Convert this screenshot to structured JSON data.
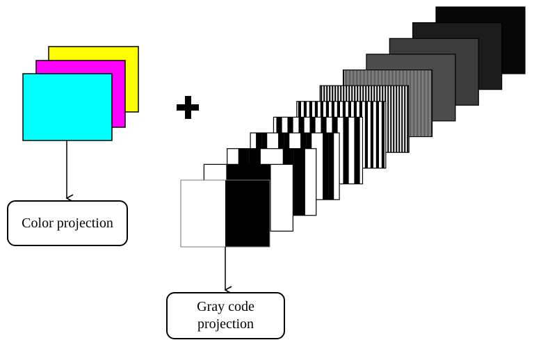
{
  "color_frames": [
    "#ffff00",
    "#ff00ff",
    "#00ffff"
  ],
  "gray_code_frame_count": 12,
  "labels": {
    "color_projection": "Color projection",
    "gray_code_line1": "Gray code",
    "gray_code_line2": "projection"
  },
  "plus_symbol": "plus-icon"
}
